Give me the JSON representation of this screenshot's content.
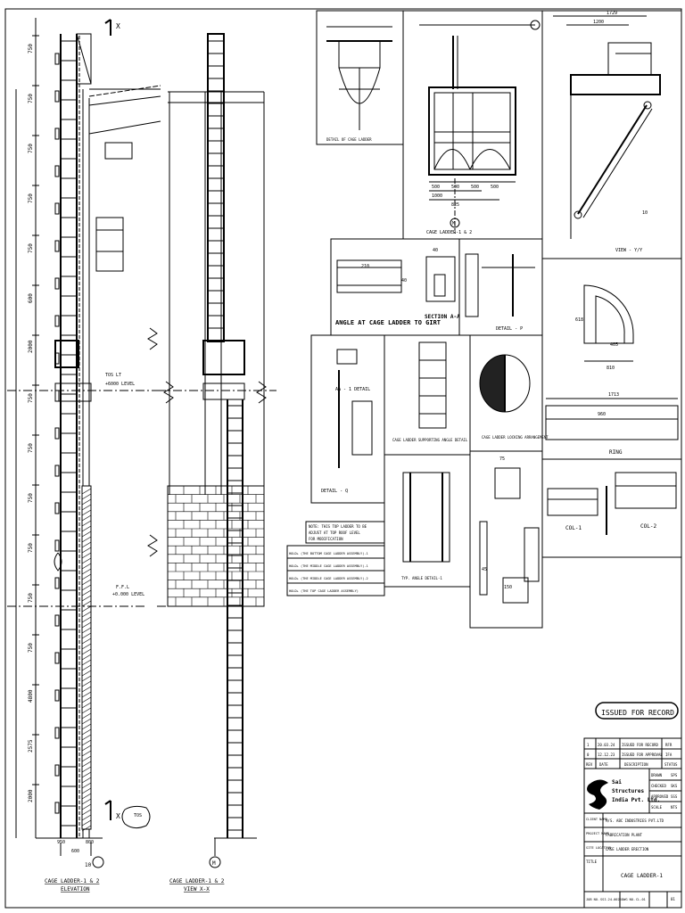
{
  "drawing": {
    "elev_dims": [
      "750",
      "750",
      "750",
      "750",
      "750",
      "600",
      "2000",
      "750",
      "750",
      "750",
      "750",
      "750",
      "750",
      "4800",
      "2575",
      "2000"
    ],
    "elev_labels": {
      "tos": "TOS",
      "rl_top": "TOS LT",
      "rl_mid": "+6000 LEVEL",
      "ffl": "F.F.L",
      "ffl_val": "+0.000 LEVEL",
      "grid_x": "X",
      "grid_mark": "10",
      "dim_w1": "800",
      "dim_w2": "600",
      "bot_left": "950",
      "bot_right": "800"
    },
    "elev_title_1": "CAGE LADDER-1 & 2",
    "elev_title_2": "ELEVATION",
    "view_title_1": "CAGE LADDER-1 & 2",
    "view_title_2": "VIEW  X-X",
    "view_grid": "M",
    "plan_title": "CAGE LADDER-1 & 2",
    "plan_grid": "M",
    "plan_dims": [
      "500",
      "500",
      "500",
      "500",
      "1000",
      "825"
    ],
    "top_detail_title": "DETAIL OF CAGE LADDER",
    "view_yy": "VIEW - Y/Y",
    "view_yy_dims": [
      "1729",
      "1200",
      "10"
    ],
    "angle_title": "ANGLE AT CAGE LADDER TO GIRT",
    "section_aa": "SECTION A-A",
    "detail_p": "DETAIL - P",
    "detail_aa": "AA - 1 DETAIL",
    "detail_q": "DETAIL - Q",
    "cage_support": "CAGE LADDER SUPPORTING ANGLE DETAIL",
    "locking": "CAGE LADDER LOCKING ARRANGEMENT",
    "typ_angle": "TYP. ANGLE DETAIL-1",
    "ring_title": "RING",
    "ring_dims": [
      "618",
      "405",
      "810",
      "1713",
      "960"
    ],
    "col1": "COL-1",
    "col2": "COL-2",
    "detail_vals": [
      "40",
      "75",
      "150",
      "210",
      "40",
      "45"
    ],
    "notes": [
      "NOTE: THIS TOP LADDER TO BE",
      "ADJUST AT TOP ROOF LEVEL",
      "FOR MODIFICATION"
    ],
    "ladder_list": [
      "HOLD+ (THE BOTTOM CAGE LADDER ASSEMBLY)-1",
      "HOLD+ (THE MIDDLE CAGE LADDER ASSEMBLY)-1",
      "HOLD+ (THE MIDDLE CAGE LADDER ASSEMBLY)-2",
      "HOLD+ (THE TOP CAGE LADDER ASSEMBLY)"
    ],
    "stamp": "ISSUED FOR RECORD"
  },
  "title_block": {
    "revisions": [
      [
        "1",
        "20.03.24",
        "ISSUED FOR RECORD",
        "RFR"
      ],
      [
        "0",
        "12.12.23",
        "ISSUED FOR APPROVAL",
        "IFA"
      ]
    ],
    "rev_headers": [
      "REV",
      "DATE",
      "DESCRIPTION",
      "STATUS"
    ],
    "company_1": "Sai",
    "company_2": "Structures",
    "company_3": "India Pvt. Ltd.",
    "sign_labels": [
      "DRAWN",
      "CHECKED",
      "APPROVED",
      "SCALE"
    ],
    "sign_vals": [
      "SPS",
      "SKS",
      "SSS",
      "NTS"
    ],
    "client_label": "CLIENT NAME",
    "client": "M/S. ABC INDUSTRIES PVT.LTD",
    "project_label": "PROJECT NAME",
    "project": "FABRICATION PLANT",
    "location_label": "SITE LOCATION",
    "location": "CAGE LADDER ERECTION",
    "title_label": "TITLE",
    "title": "CAGE LADDER-1",
    "job_label": "JOB NO.",
    "job": "SSI-24-0025",
    "dwg_label": "DWG NO.",
    "dwg": "CL-01",
    "sheet": "01"
  }
}
